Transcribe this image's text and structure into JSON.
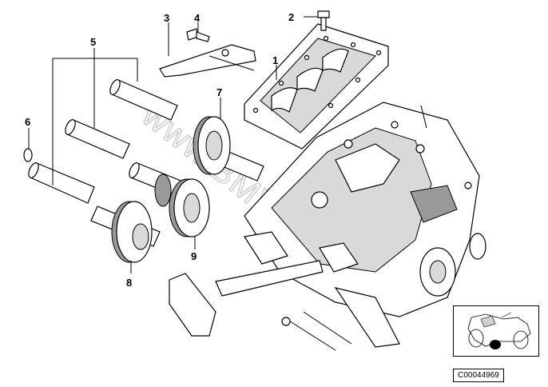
{
  "callouts": {
    "c1": "1",
    "c2": "2",
    "c3": "3",
    "c4": "4",
    "c5": "5",
    "c6": "6",
    "c7": "7",
    "c8": "8",
    "c9": "9"
  },
  "watermark": "www.BMWstore.ru",
  "document_id": "C00044969",
  "thumbnail_icon": "motorcycle-locator-icon",
  "colors": {
    "line": "#000000",
    "background": "#ffffff",
    "watermark": "#c8c8c8"
  }
}
